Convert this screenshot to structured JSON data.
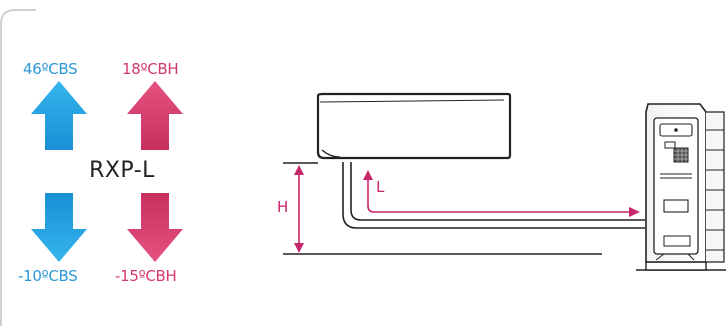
{
  "limits": {
    "top_left": "46ºCBS",
    "top_right": "18ºCBH",
    "bottom_left": "-10ºCBS",
    "bottom_right": "-15ºCBH"
  },
  "model": "RXP-L",
  "dimensions": {
    "height_label": "H",
    "length_label": "L"
  },
  "colors": {
    "cooling": "#1a9be0",
    "heating": "#d63a6e",
    "dimension": "#c8266a",
    "frame": "#cfcfcf",
    "line": "#222222"
  }
}
